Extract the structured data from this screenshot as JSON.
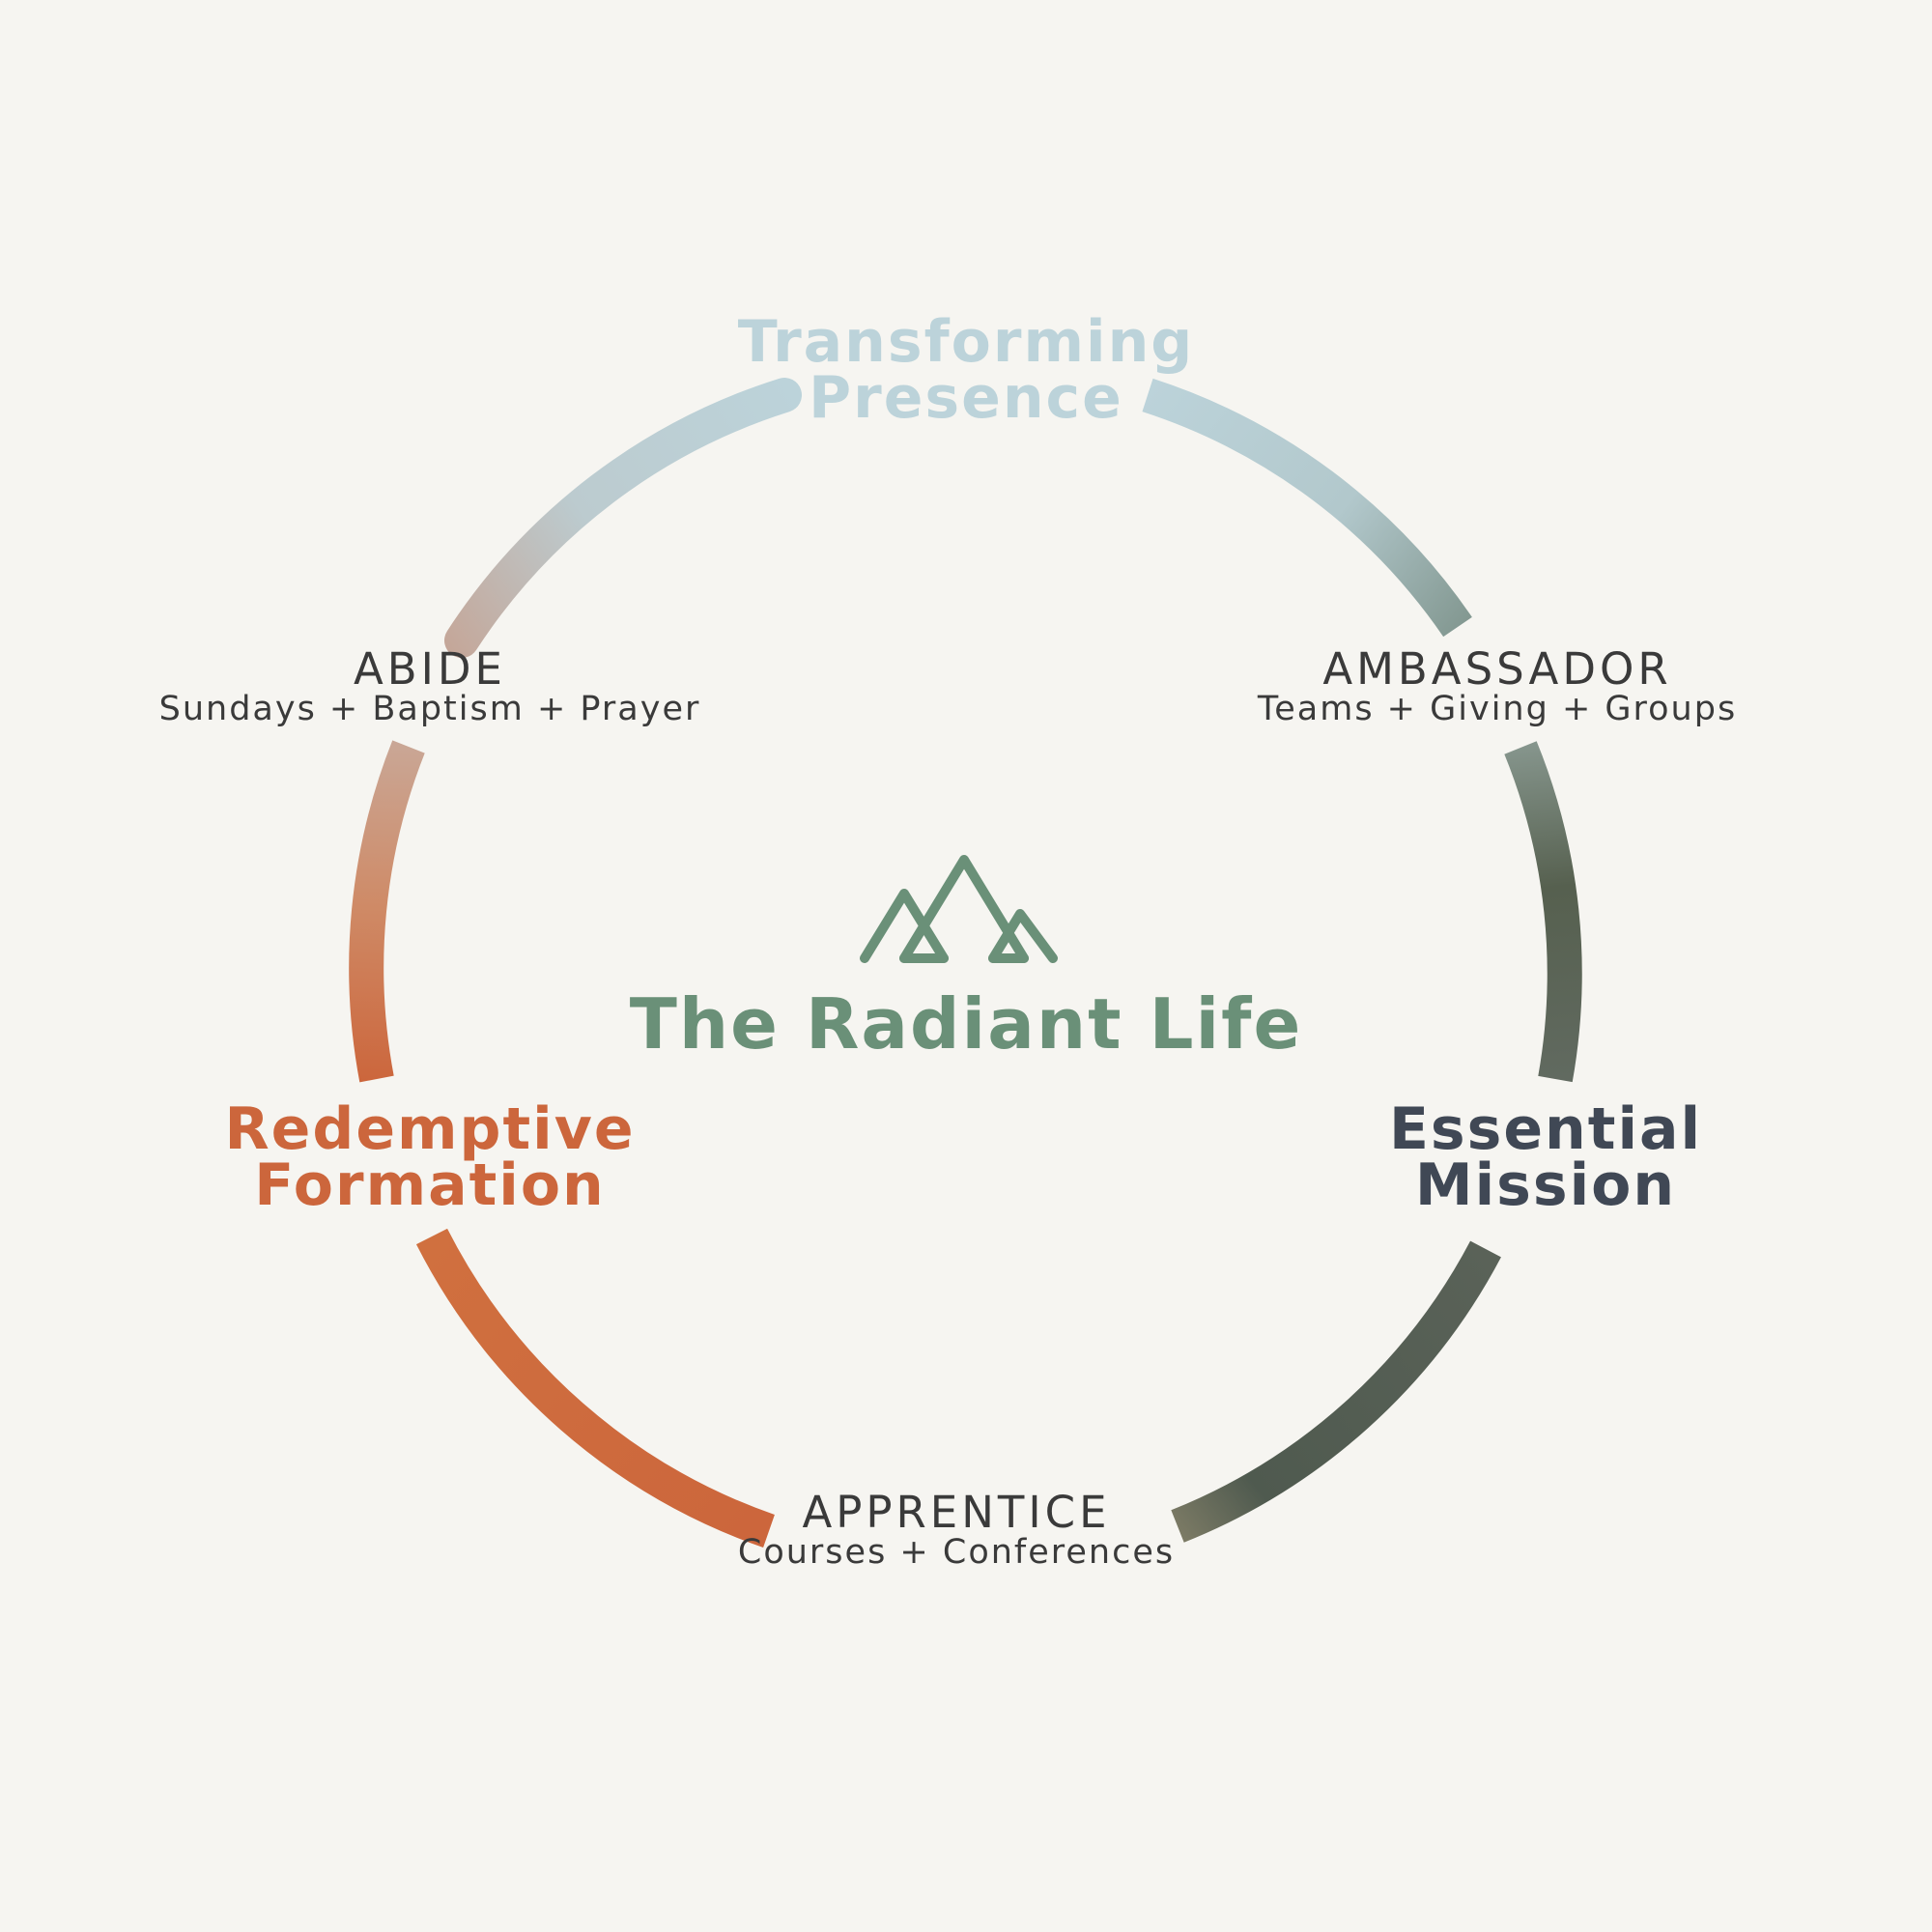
{
  "center": {
    "title": "The Radiant Life",
    "icon": "mountains-icon",
    "color": "#6a9078"
  },
  "outcomes": {
    "top": {
      "line1": "Transforming",
      "line2": "Presence",
      "color": "#bcd3da"
    },
    "left": {
      "line1": "Redemptive",
      "line2": "Formation",
      "color": "#cc663c"
    },
    "right": {
      "line1": "Essential",
      "line2": "Mission",
      "color": "#404855"
    }
  },
  "stages": {
    "abide": {
      "title": "ABIDE",
      "detail": "Sundays + Baptism + Prayer"
    },
    "ambassador": {
      "title": "AMBASSADOR",
      "detail": "Teams + Giving + Groups"
    },
    "apprentice": {
      "title": "APPRENTICE",
      "detail": "Courses + Conferences"
    }
  },
  "ring_colors": {
    "light_blue": "#bcd3da",
    "sage": "#7e938b",
    "slate": "#556055",
    "orange": "#cc663c",
    "rose": "#c5a495"
  }
}
